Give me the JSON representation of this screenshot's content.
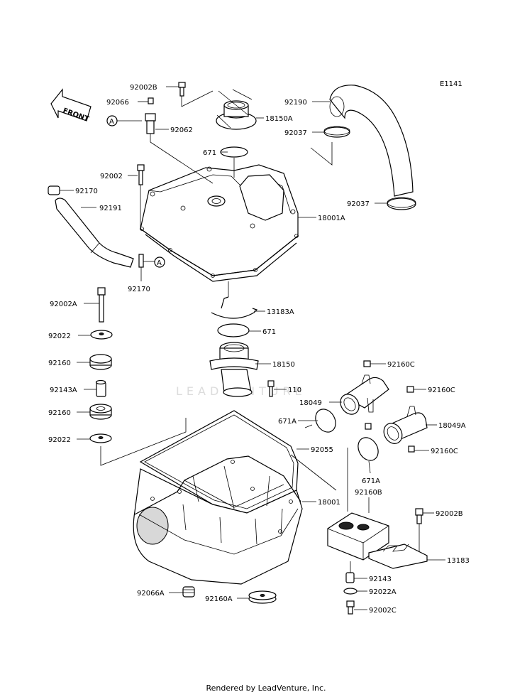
{
  "diagram_code": "E1141",
  "front_label": "FRONT",
  "ref_marker": "A",
  "watermark": "LEADVENTURE",
  "footer": "Rendered by LeadVenture, Inc.",
  "labels": {
    "p92002B_top": "92002B",
    "p92066": "92066",
    "p92062": "92062",
    "p18150A": "18150A",
    "p92190": "92190",
    "p92037_top": "92037",
    "p671_top": "671",
    "p92002": "92002",
    "p92170_top": "92170",
    "p92191": "92191",
    "p92037_bottom": "92037",
    "p18001A": "18001A",
    "p92170_bottom": "92170",
    "p92002A": "92002A",
    "p13183A": "13183A",
    "p92022_top": "92022",
    "p671_mid": "671",
    "p92160": "92160",
    "p18150": "18150",
    "p92160C_1": "92160C",
    "p92143A": "92143A",
    "p110": "110",
    "p92160C_2": "92160C",
    "p18049": "18049",
    "p92160_2": "92160",
    "p671A_left": "671A",
    "p18049A": "18049A",
    "p92022_2": "92022",
    "p92055": "92055",
    "p92160C_3": "92160C",
    "p671A_right": "671A",
    "p92160B": "92160B",
    "p18001": "18001",
    "p92002B_right": "92002B",
    "p13183": "13183",
    "p92143": "92143",
    "p92022A": "92022A",
    "p92066A": "92066A",
    "p92160A": "92160A",
    "p92002C": "92002C"
  }
}
